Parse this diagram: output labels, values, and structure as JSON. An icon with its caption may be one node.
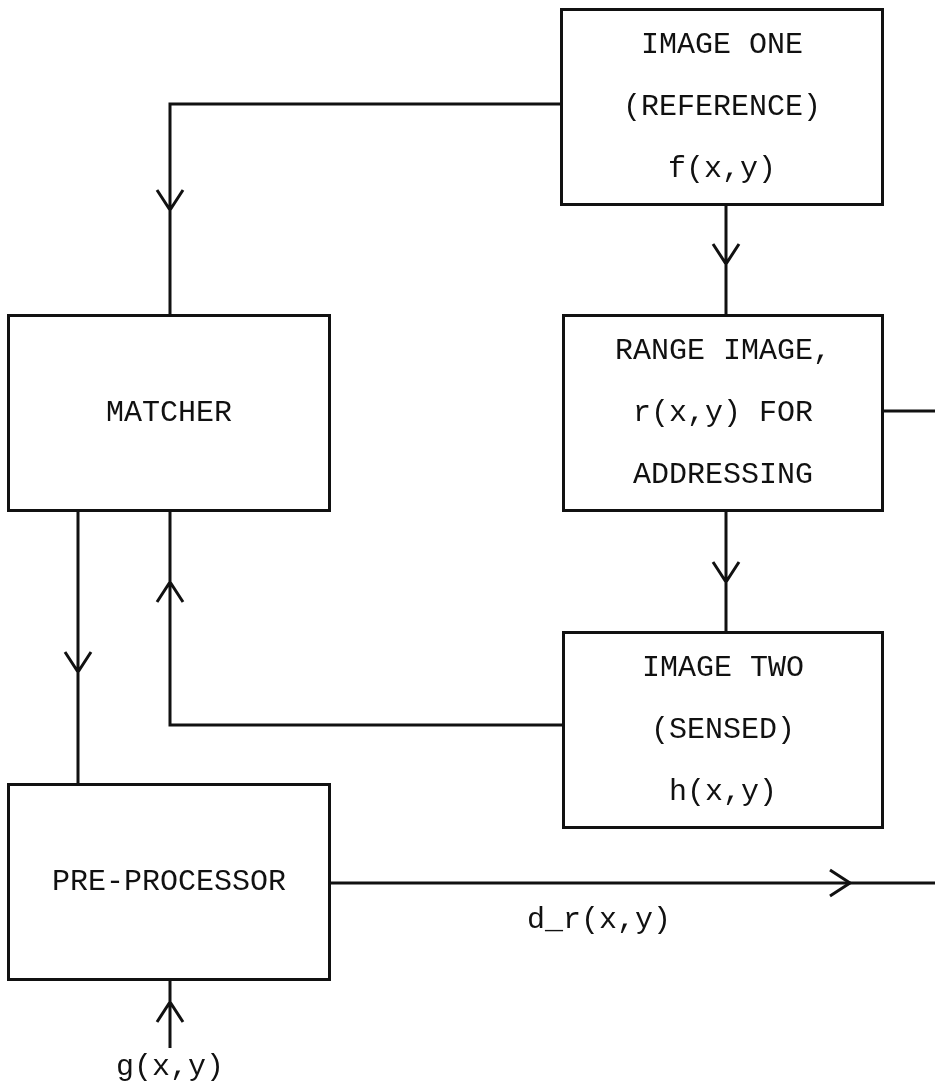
{
  "diagram": {
    "nodes": [
      {
        "text": [
          "IMAGE ONE (REFERENCE) f(x,y)"
        ]
      },
      {
        "text": [
          "MATCHER"
        ]
      },
      {
        "text": [
          "RANGE IMAGE, r(x,y) FOR ADDRESSING"
        ]
      },
      {
        "text": [
          "IMAGE TWO (SENSED) h(x,y)"
        ]
      },
      {
        "text": [
          "PRE-PROCESSOR"
        ]
      },
      {
        "text": [
          "g(x,y)"
        ]
      }
    ],
    "edges": [
      {
        "from": 0,
        "to": 1,
        "arrow": "to"
      },
      {
        "from": 0,
        "to": 2,
        "arrow": "to"
      },
      {
        "from": 2,
        "to": 3,
        "arrow": "to"
      },
      {
        "from": 3,
        "to": 1,
        "arrow": "to"
      },
      {
        "from": 1,
        "to": 4,
        "arrow": "to"
      },
      {
        "from": 2,
        "to": null,
        "arrow": "none"
      },
      {
        "from": 4,
        "to": null,
        "arrow": "to",
        "label": "d_r(x,y)"
      },
      {
        "from": 5,
        "to": 4,
        "arrow": "to"
      }
    ]
  }
}
